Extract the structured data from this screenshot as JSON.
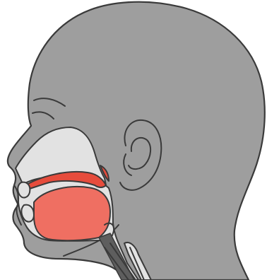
{
  "diagram": {
    "subject": "sagittal-head-vocal-tract",
    "colors": {
      "background": "#ffffff",
      "head_fill": "#9e9e9e",
      "outline": "#3a3a3a",
      "cavity_fill": "#e2e2e2",
      "tongue_fill": "#ef6f62",
      "palate_fill": "#e64c3c",
      "throat_dark": "#5e5e5e"
    },
    "parts": [
      "head",
      "ear",
      "eyebrow",
      "nasal-cavity",
      "hard-palate",
      "soft-palate",
      "upper-teeth",
      "lower-teeth",
      "lips",
      "tongue",
      "epiglottis",
      "larynx",
      "trachea",
      "esophagus"
    ]
  }
}
